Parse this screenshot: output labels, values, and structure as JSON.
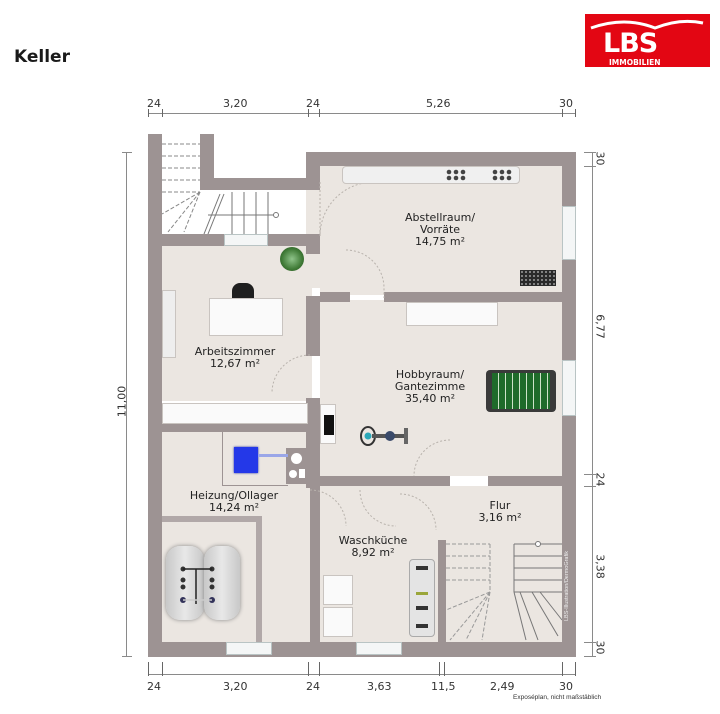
{
  "header": {
    "title": "Keller",
    "logo": {
      "brand": "LBS",
      "sub": "IMMOBILIEN",
      "color": "#e30613"
    }
  },
  "dimensions": {
    "top": [
      "24",
      "3,20",
      "24",
      "5,26",
      "30"
    ],
    "bottom": [
      "24",
      "3,20",
      "24",
      "3,63",
      "11,5",
      "2,49",
      "30"
    ],
    "left": [
      "11,00"
    ],
    "right": [
      "30",
      "6,77",
      "24",
      "3,38",
      "30"
    ]
  },
  "rooms": [
    {
      "name": "Abstellraum/",
      "name2": "Vorräte",
      "area": "14,75 m²"
    },
    {
      "name": "Arbeitszimmer",
      "area": "12,67 m²"
    },
    {
      "name": "Hobbyraum/",
      "name2": "Gantezimme",
      "area": "35,40 m²"
    },
    {
      "name": "Heizung/Ollager",
      "area": "14,24 m²"
    },
    {
      "name": "Waschküche",
      "area": "8,92 m²"
    },
    {
      "name": "Flur",
      "area": "3,16 m²"
    }
  ],
  "footer": {
    "note": "Exposéplan, nicht maßstäblich",
    "credit": "LBS-Illustration/DermoGrafik"
  },
  "colors": {
    "wall": "#9d9393",
    "floor": "#ebe6e1",
    "brand": "#e30613"
  }
}
